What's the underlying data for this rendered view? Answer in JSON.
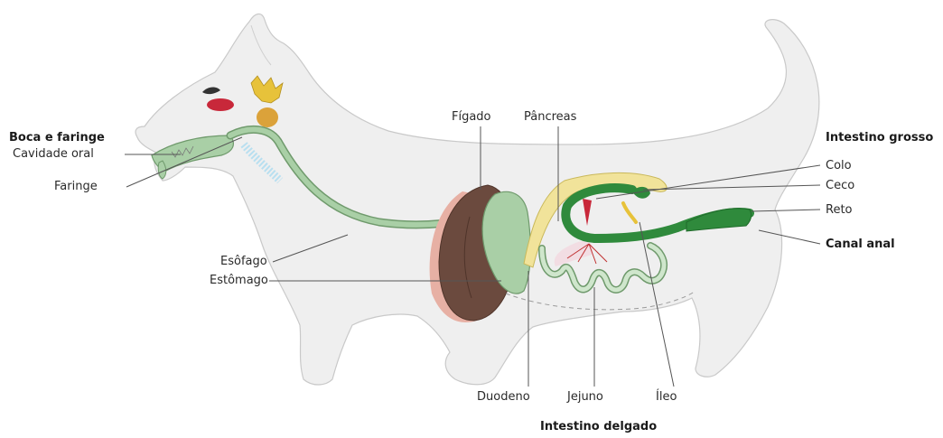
{
  "labels": {
    "boca_faringe": "Boca e faringe",
    "cavidade_oral": "Cavidade oral",
    "faringe": "Faringe",
    "esofago": "Esôfago",
    "estomago": "Estômago",
    "figado": "Fígado",
    "pancreas": "Pâncreas",
    "intestino_grosso": "Intestino grosso",
    "colo": "Colo",
    "ceco": "Ceco",
    "reto": "Reto",
    "canal_anal": "Canal anal",
    "duodeno": "Duodeno",
    "jejuno": "Jejuno",
    "ileo": "Íleo",
    "intestino_delgado": "Intestino delgado"
  },
  "colors": {
    "body_fill": "#efefef",
    "body_stroke": "#c9c9c9",
    "digestive_tract": "#a9cfa6",
    "tract_outline": "#6f9a6c",
    "large_intestine": "#2f8a3c",
    "liver": "#6b4a3e",
    "liver_rim": "#e7b0a4",
    "pancreas": "#f1e39a",
    "salivary_gland": "#e7c23a",
    "eye_patch": "#c8283a",
    "leader_line": "#555555"
  }
}
